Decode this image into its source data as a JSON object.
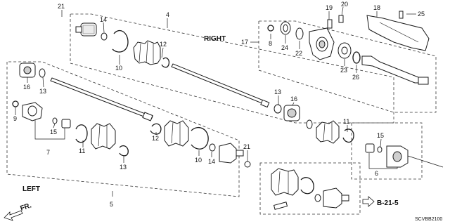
{
  "labels": {
    "right": "RIGHT",
    "left": "LEFT",
    "fr": "FR.",
    "ref": "B-21-5",
    "diagram_code": "SCVBB2100"
  },
  "callouts": {
    "c1": "21",
    "c2": "14",
    "c3": "4",
    "c4": "12",
    "c5": "10",
    "c6": "16",
    "c7": "13",
    "c8": "9",
    "c9": "15",
    "c10": "7",
    "c11": "11",
    "c12": "13",
    "c13": "12",
    "c14": "10",
    "c15": "14",
    "c16": "21",
    "c17": "5",
    "c18": "13",
    "c19": "16",
    "c20": "11",
    "c21": "15",
    "c22": "6",
    "c23": "17",
    "c24": "8",
    "c25": "24",
    "c26": "22",
    "c27": "19",
    "c28": "20",
    "c29": "23",
    "c30": "26",
    "c31": "18",
    "c32": "25"
  }
}
